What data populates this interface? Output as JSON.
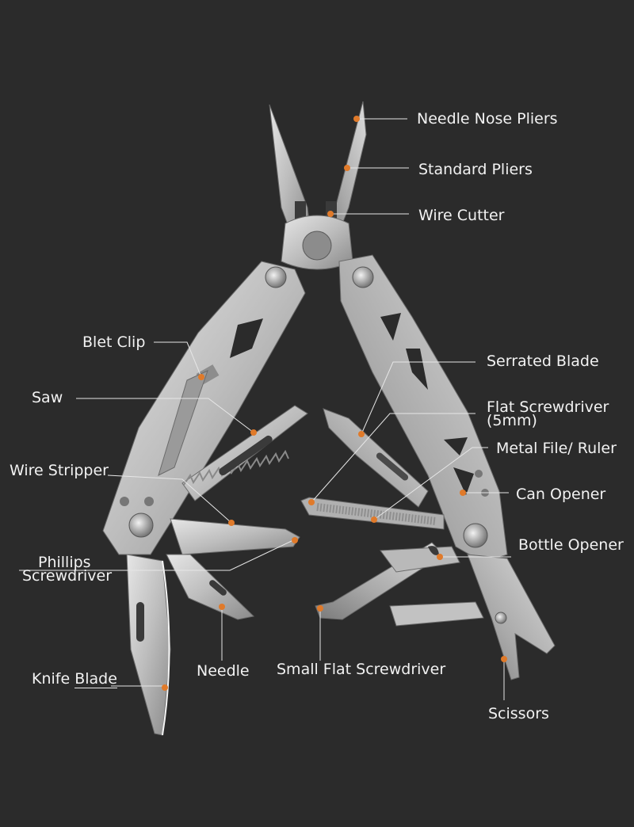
{
  "colors": {
    "background": "#2b2b2b",
    "steel_light": "#d9d9d9",
    "steel_mid": "#b5b5b5",
    "steel_dark": "#7d7d7d",
    "marker": "#e07a2a",
    "leader": "#e6e6e6",
    "text": "#f2f2f2"
  },
  "labels": {
    "needle_nose_pliers": "Needle Nose Pliers",
    "standard_pliers": "Standard Pliers",
    "wire_cutter": "Wire Cutter",
    "belt_clip": "Blet Clip",
    "serrated_blade": "Serrated Blade",
    "saw": "Saw",
    "flat_screwdriver": {
      "line1": "Flat Screwdriver",
      "line2": "(5mm)"
    },
    "metal_file_ruler": "Metal File/  Ruler",
    "wire_stripper": "Wire Stripper",
    "can_opener": "Can Opener",
    "bottle_opener": "Bottle Opener",
    "phillips_screwdriver": {
      "line1": "Phillips",
      "line2": "Screwdriver"
    },
    "needle": "Needle",
    "small_flat_screwdriver": "Small Flat Screwdriver",
    "knife_blade": {
      "word1": "Knife",
      "word2": "Blade"
    },
    "scissors": "Scissors"
  }
}
